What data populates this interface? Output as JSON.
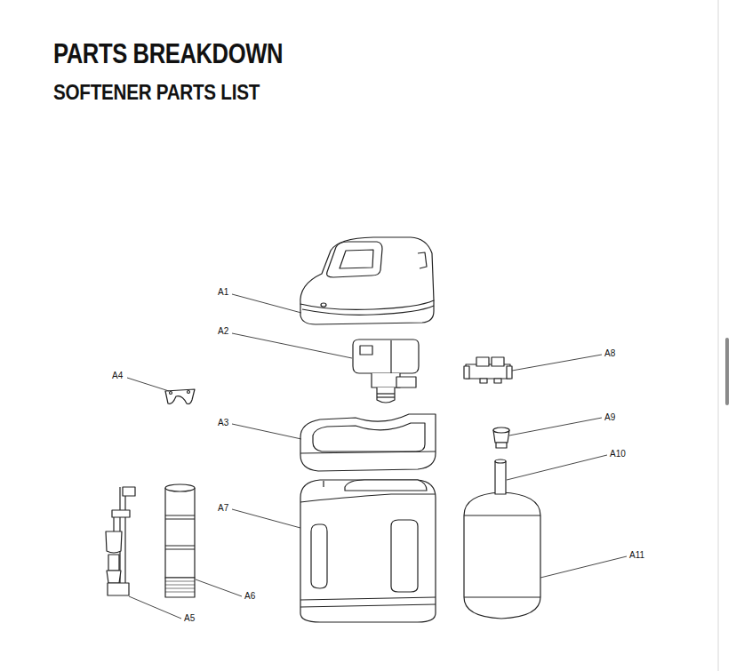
{
  "diagram": {
    "title": "PARTS BREAKDOWN",
    "labels": [
      "SOFTENER PARTS LIST",
      "A1",
      "A2",
      "A4",
      "A3",
      "A8",
      "A9",
      "A10",
      "A7",
      "A11",
      "A6",
      "A5"
    ]
  }
}
